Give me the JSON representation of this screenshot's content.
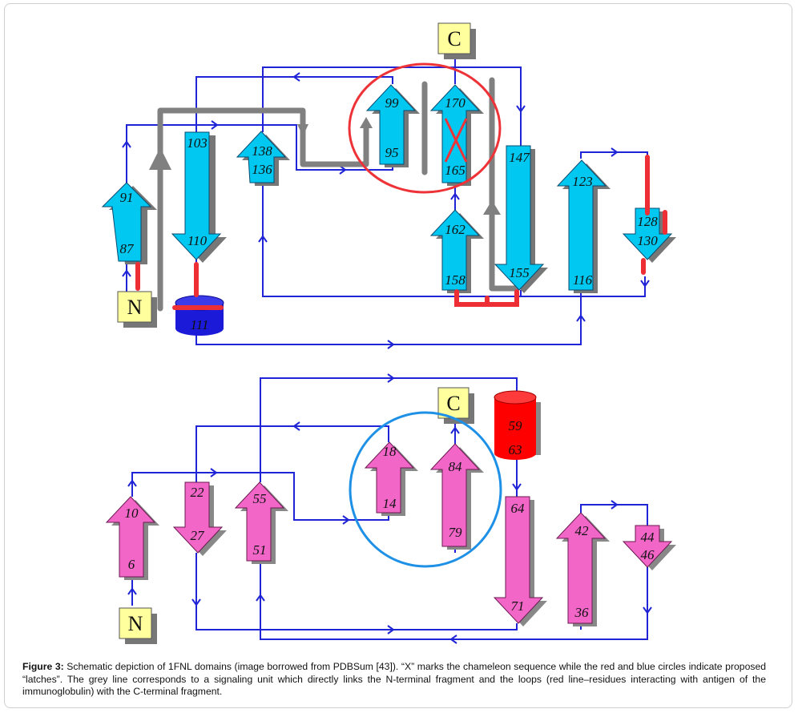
{
  "colors": {
    "loop": "#1f24d6",
    "strand_top": "#00c8f0",
    "strand_bottom": "#f266c8",
    "helix_top": "#1a1ad8",
    "helix_bottom": "#ff0000",
    "signal": "#808080",
    "antigen_loop": "#ee2e35",
    "latch_red": "#ee3338",
    "latch_blue": "#1e90e6",
    "terminus": "#ffff9e"
  },
  "top_domain": {
    "n_label": "N",
    "c_label": "C",
    "strands": [
      {
        "start": "87",
        "end": "91",
        "direction": "up"
      },
      {
        "start": "103",
        "end": "110",
        "direction": "down"
      },
      {
        "start": "136",
        "end": "138",
        "direction": "up"
      },
      {
        "start": "95",
        "end": "99",
        "direction": "up"
      },
      {
        "start": "165",
        "end": "170",
        "direction": "up",
        "marked": "chameleon-x"
      },
      {
        "start": "158",
        "end": "162",
        "direction": "up"
      },
      {
        "start": "147",
        "end": "155",
        "direction": "down"
      },
      {
        "start": "116",
        "end": "123",
        "direction": "up"
      },
      {
        "start": "128",
        "end": "130",
        "direction": "down"
      }
    ],
    "helix": {
      "label": "111"
    }
  },
  "bottom_domain": {
    "n_label": "N",
    "c_label": "C",
    "strands": [
      {
        "start": "6",
        "end": "10",
        "direction": "up"
      },
      {
        "start": "22",
        "end": "27",
        "direction": "down"
      },
      {
        "start": "51",
        "end": "55",
        "direction": "up"
      },
      {
        "start": "14",
        "end": "18",
        "direction": "up"
      },
      {
        "start": "79",
        "end": "84",
        "direction": "up"
      },
      {
        "start": "64",
        "end": "71",
        "direction": "down"
      },
      {
        "start": "36",
        "end": "42",
        "direction": "up"
      },
      {
        "start": "44",
        "end": "46",
        "direction": "down"
      }
    ],
    "helix": {
      "top": "59",
      "bottom": "63"
    }
  },
  "caption": {
    "lead": "Figure 3:",
    "text": " Schematic depiction of 1FNL domains (image borrowed from PDBSum [43]). “X” marks the chameleon sequence while the red and blue circles indicate proposed “latches”. The grey line corresponds to a signaling unit which directly links the N-terminal fragment and the loops (red line–residues interacting with antigen of the immunoglobulin) with the C-terminal fragment."
  }
}
